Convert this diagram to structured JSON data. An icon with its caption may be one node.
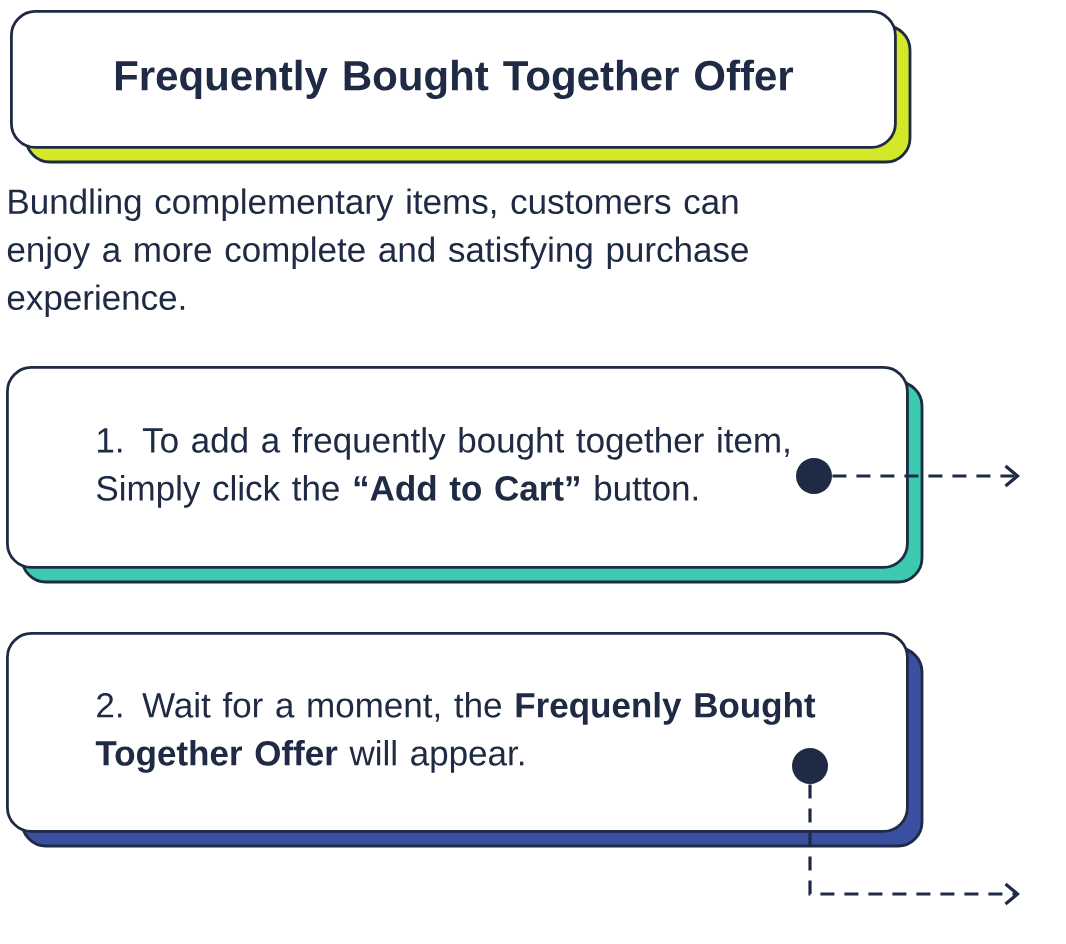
{
  "diagram": {
    "nodes": [
      {
        "text": [
          "Frequently Bought Together Offer"
        ]
      },
      {
        "text": [
          "1. To add a frequently bought together item, Simply click the **“Add to Cart”** button."
        ]
      },
      {
        "text": [],
        "shape": "circle",
        "in": 1
      },
      {
        "text": [
          "2. Wait for a moment, the **Frequenly Bought Together Offer** will appear."
        ]
      },
      {
        "text": [],
        "shape": "circle",
        "in": 3
      }
    ],
    "edges": [
      {
        "from": 2,
        "to": null,
        "arrow": "to",
        "style": "dashed"
      },
      {
        "from": 4,
        "to": null,
        "arrow": "to",
        "style": "dashed"
      }
    ],
    "labels": [
      "Bundling complementary items, customers can enjoy a more complete and satisfying purchase experience."
    ]
  }
}
